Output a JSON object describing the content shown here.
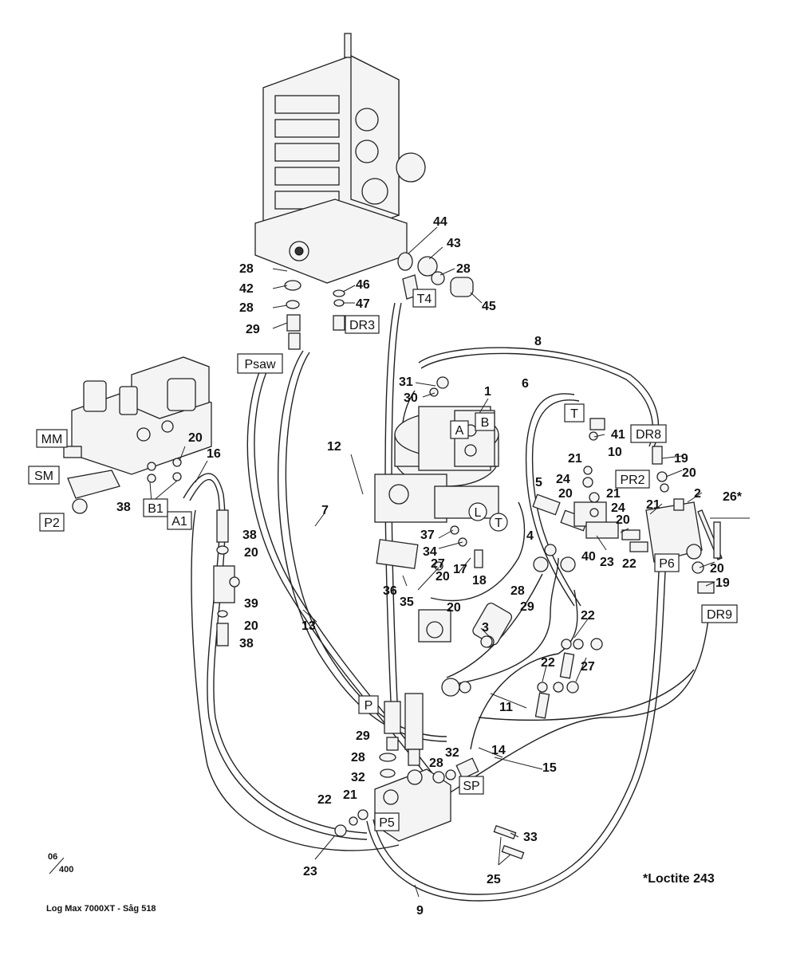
{
  "footer": {
    "page_top": "06",
    "page_bottom": "400",
    "document": "Log Max 7000XT - Såg 518",
    "note": "*Loctite 243"
  },
  "part_labels": [
    {
      "id": "p28a",
      "text": "28"
    },
    {
      "id": "p42",
      "text": "42"
    },
    {
      "id": "p28b",
      "text": "28"
    },
    {
      "id": "p29a",
      "text": "29"
    },
    {
      "id": "p46",
      "text": "46"
    },
    {
      "id": "p47",
      "text": "47"
    },
    {
      "id": "p44",
      "text": "44"
    },
    {
      "id": "p43",
      "text": "43"
    },
    {
      "id": "p28c",
      "text": "28"
    },
    {
      "id": "p45",
      "text": "45"
    },
    {
      "id": "p8",
      "text": "8"
    },
    {
      "id": "p31",
      "text": "31"
    },
    {
      "id": "p30",
      "text": "30"
    },
    {
      "id": "p1",
      "text": "1"
    },
    {
      "id": "p6",
      "text": "6"
    },
    {
      "id": "p41",
      "text": "41"
    },
    {
      "id": "p10",
      "text": "10"
    },
    {
      "id": "p19a",
      "text": "19"
    },
    {
      "id": "p20a",
      "text": "20"
    },
    {
      "id": "p26",
      "text": "26*"
    },
    {
      "id": "p2",
      "text": "2"
    },
    {
      "id": "p21a",
      "text": "21"
    },
    {
      "id": "p24a",
      "text": "24"
    },
    {
      "id": "p20b",
      "text": "20"
    },
    {
      "id": "p21b",
      "text": "21"
    },
    {
      "id": "p24b",
      "text": "24"
    },
    {
      "id": "p21c",
      "text": "21"
    },
    {
      "id": "p5",
      "text": "5"
    },
    {
      "id": "p20c",
      "text": "20"
    },
    {
      "id": "p40",
      "text": "40"
    },
    {
      "id": "p23a",
      "text": "23"
    },
    {
      "id": "p22a",
      "text": "22"
    },
    {
      "id": "p20d",
      "text": "20"
    },
    {
      "id": "p19b",
      "text": "19"
    },
    {
      "id": "p12",
      "text": "12"
    },
    {
      "id": "p7",
      "text": "7"
    },
    {
      "id": "p20e",
      "text": "20"
    },
    {
      "id": "p16",
      "text": "16"
    },
    {
      "id": "p38a",
      "text": "38"
    },
    {
      "id": "p38b",
      "text": "38"
    },
    {
      "id": "p20f",
      "text": "20"
    },
    {
      "id": "p39",
      "text": "39"
    },
    {
      "id": "p20g",
      "text": "20"
    },
    {
      "id": "p38c",
      "text": "38"
    },
    {
      "id": "p13",
      "text": "13"
    },
    {
      "id": "p37",
      "text": "37"
    },
    {
      "id": "p34",
      "text": "34"
    },
    {
      "id": "p4",
      "text": "4"
    },
    {
      "id": "p27a",
      "text": "27"
    },
    {
      "id": "p17",
      "text": "17"
    },
    {
      "id": "p20h",
      "text": "20"
    },
    {
      "id": "p18",
      "text": "18"
    },
    {
      "id": "p36",
      "text": "36"
    },
    {
      "id": "p35",
      "text": "35"
    },
    {
      "id": "p20i",
      "text": "20"
    },
    {
      "id": "p28d",
      "text": "28"
    },
    {
      "id": "p29b",
      "text": "29"
    },
    {
      "id": "p3",
      "text": "3"
    },
    {
      "id": "p22b",
      "text": "22"
    },
    {
      "id": "p22c",
      "text": "22"
    },
    {
      "id": "p27b",
      "text": "27"
    },
    {
      "id": "p11",
      "text": "11"
    },
    {
      "id": "p29c",
      "text": "29"
    },
    {
      "id": "p28e",
      "text": "28"
    },
    {
      "id": "p32a",
      "text": "32"
    },
    {
      "id": "p28f",
      "text": "28"
    },
    {
      "id": "p32b",
      "text": "32"
    },
    {
      "id": "p14",
      "text": "14"
    },
    {
      "id": "p15",
      "text": "15"
    },
    {
      "id": "p22d",
      "text": "22"
    },
    {
      "id": "p21d",
      "text": "21"
    },
    {
      "id": "p33",
      "text": "33"
    },
    {
      "id": "p23b",
      "text": "23"
    },
    {
      "id": "p25",
      "text": "25"
    },
    {
      "id": "p9",
      "text": "9"
    }
  ],
  "port_labels": [
    {
      "id": "t4",
      "text": "T4"
    },
    {
      "id": "dr3",
      "text": "DR3"
    },
    {
      "id": "psaw",
      "text": "Psaw"
    },
    {
      "id": "mm",
      "text": "MM"
    },
    {
      "id": "sm",
      "text": "SM"
    },
    {
      "id": "p2port",
      "text": "P2"
    },
    {
      "id": "b1",
      "text": "B1"
    },
    {
      "id": "a1",
      "text": "A1"
    },
    {
      "id": "b",
      "text": "B"
    },
    {
      "id": "a",
      "text": "A"
    },
    {
      "id": "l",
      "text": "L"
    },
    {
      "id": "t",
      "text": "T"
    },
    {
      "id": "tport",
      "text": "T"
    },
    {
      "id": "dr8",
      "text": "DR8"
    },
    {
      "id": "pr2",
      "text": "PR2"
    },
    {
      "id": "p6port",
      "text": "P6"
    },
    {
      "id": "dr9",
      "text": "DR9"
    },
    {
      "id": "pport",
      "text": "P"
    },
    {
      "id": "sp",
      "text": "SP"
    },
    {
      "id": "p5port",
      "text": "P5"
    }
  ]
}
